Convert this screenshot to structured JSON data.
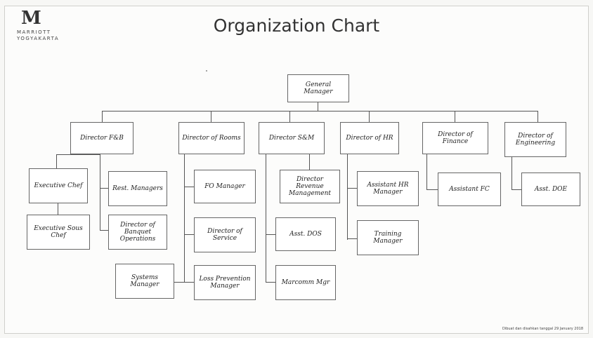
{
  "logo": {
    "line1": "MARRIOTT",
    "line2": "YOGYAKARTA",
    "mark": "M"
  },
  "title": "Organization Chart",
  "general_manager": "General Manager",
  "directors": [
    {
      "id": "fb",
      "label": "Director F&B"
    },
    {
      "id": "rooms",
      "label": "Director of Rooms"
    },
    {
      "id": "sm",
      "label": "Director S&M"
    },
    {
      "id": "hr",
      "label": "Director of HR"
    },
    {
      "id": "finance",
      "label": "Director of Finance"
    },
    {
      "id": "eng",
      "label": "Director of Engineering"
    }
  ],
  "fb_reports": {
    "executive_chef": "Executive Chef",
    "executive_sous_chef": "Executive Sous Chef",
    "rest_managers": "Rest. Managers",
    "banquet_director": "Director of Banquet Operations"
  },
  "rooms_reports": {
    "fo_manager": "FO Manager",
    "director_of_service": "Director of Service",
    "loss_prevention": "Loss Prevention Manager",
    "systems_manager": "Systems Manager"
  },
  "sm_reports": {
    "revenue": "Director Revenue Management",
    "asst_dos": "Asst. DOS",
    "marcomm": "Marcomm Mgr"
  },
  "hr_reports": {
    "asst_hr": "Assistant HR Manager",
    "training": "Training Manager"
  },
  "finance_reports": {
    "asst_fc": "Assistant FC"
  },
  "eng_reports": {
    "asst_doe": "Asst. DOE"
  },
  "footnote": "Dibuat dan disahkan tanggal 29 January 2018"
}
